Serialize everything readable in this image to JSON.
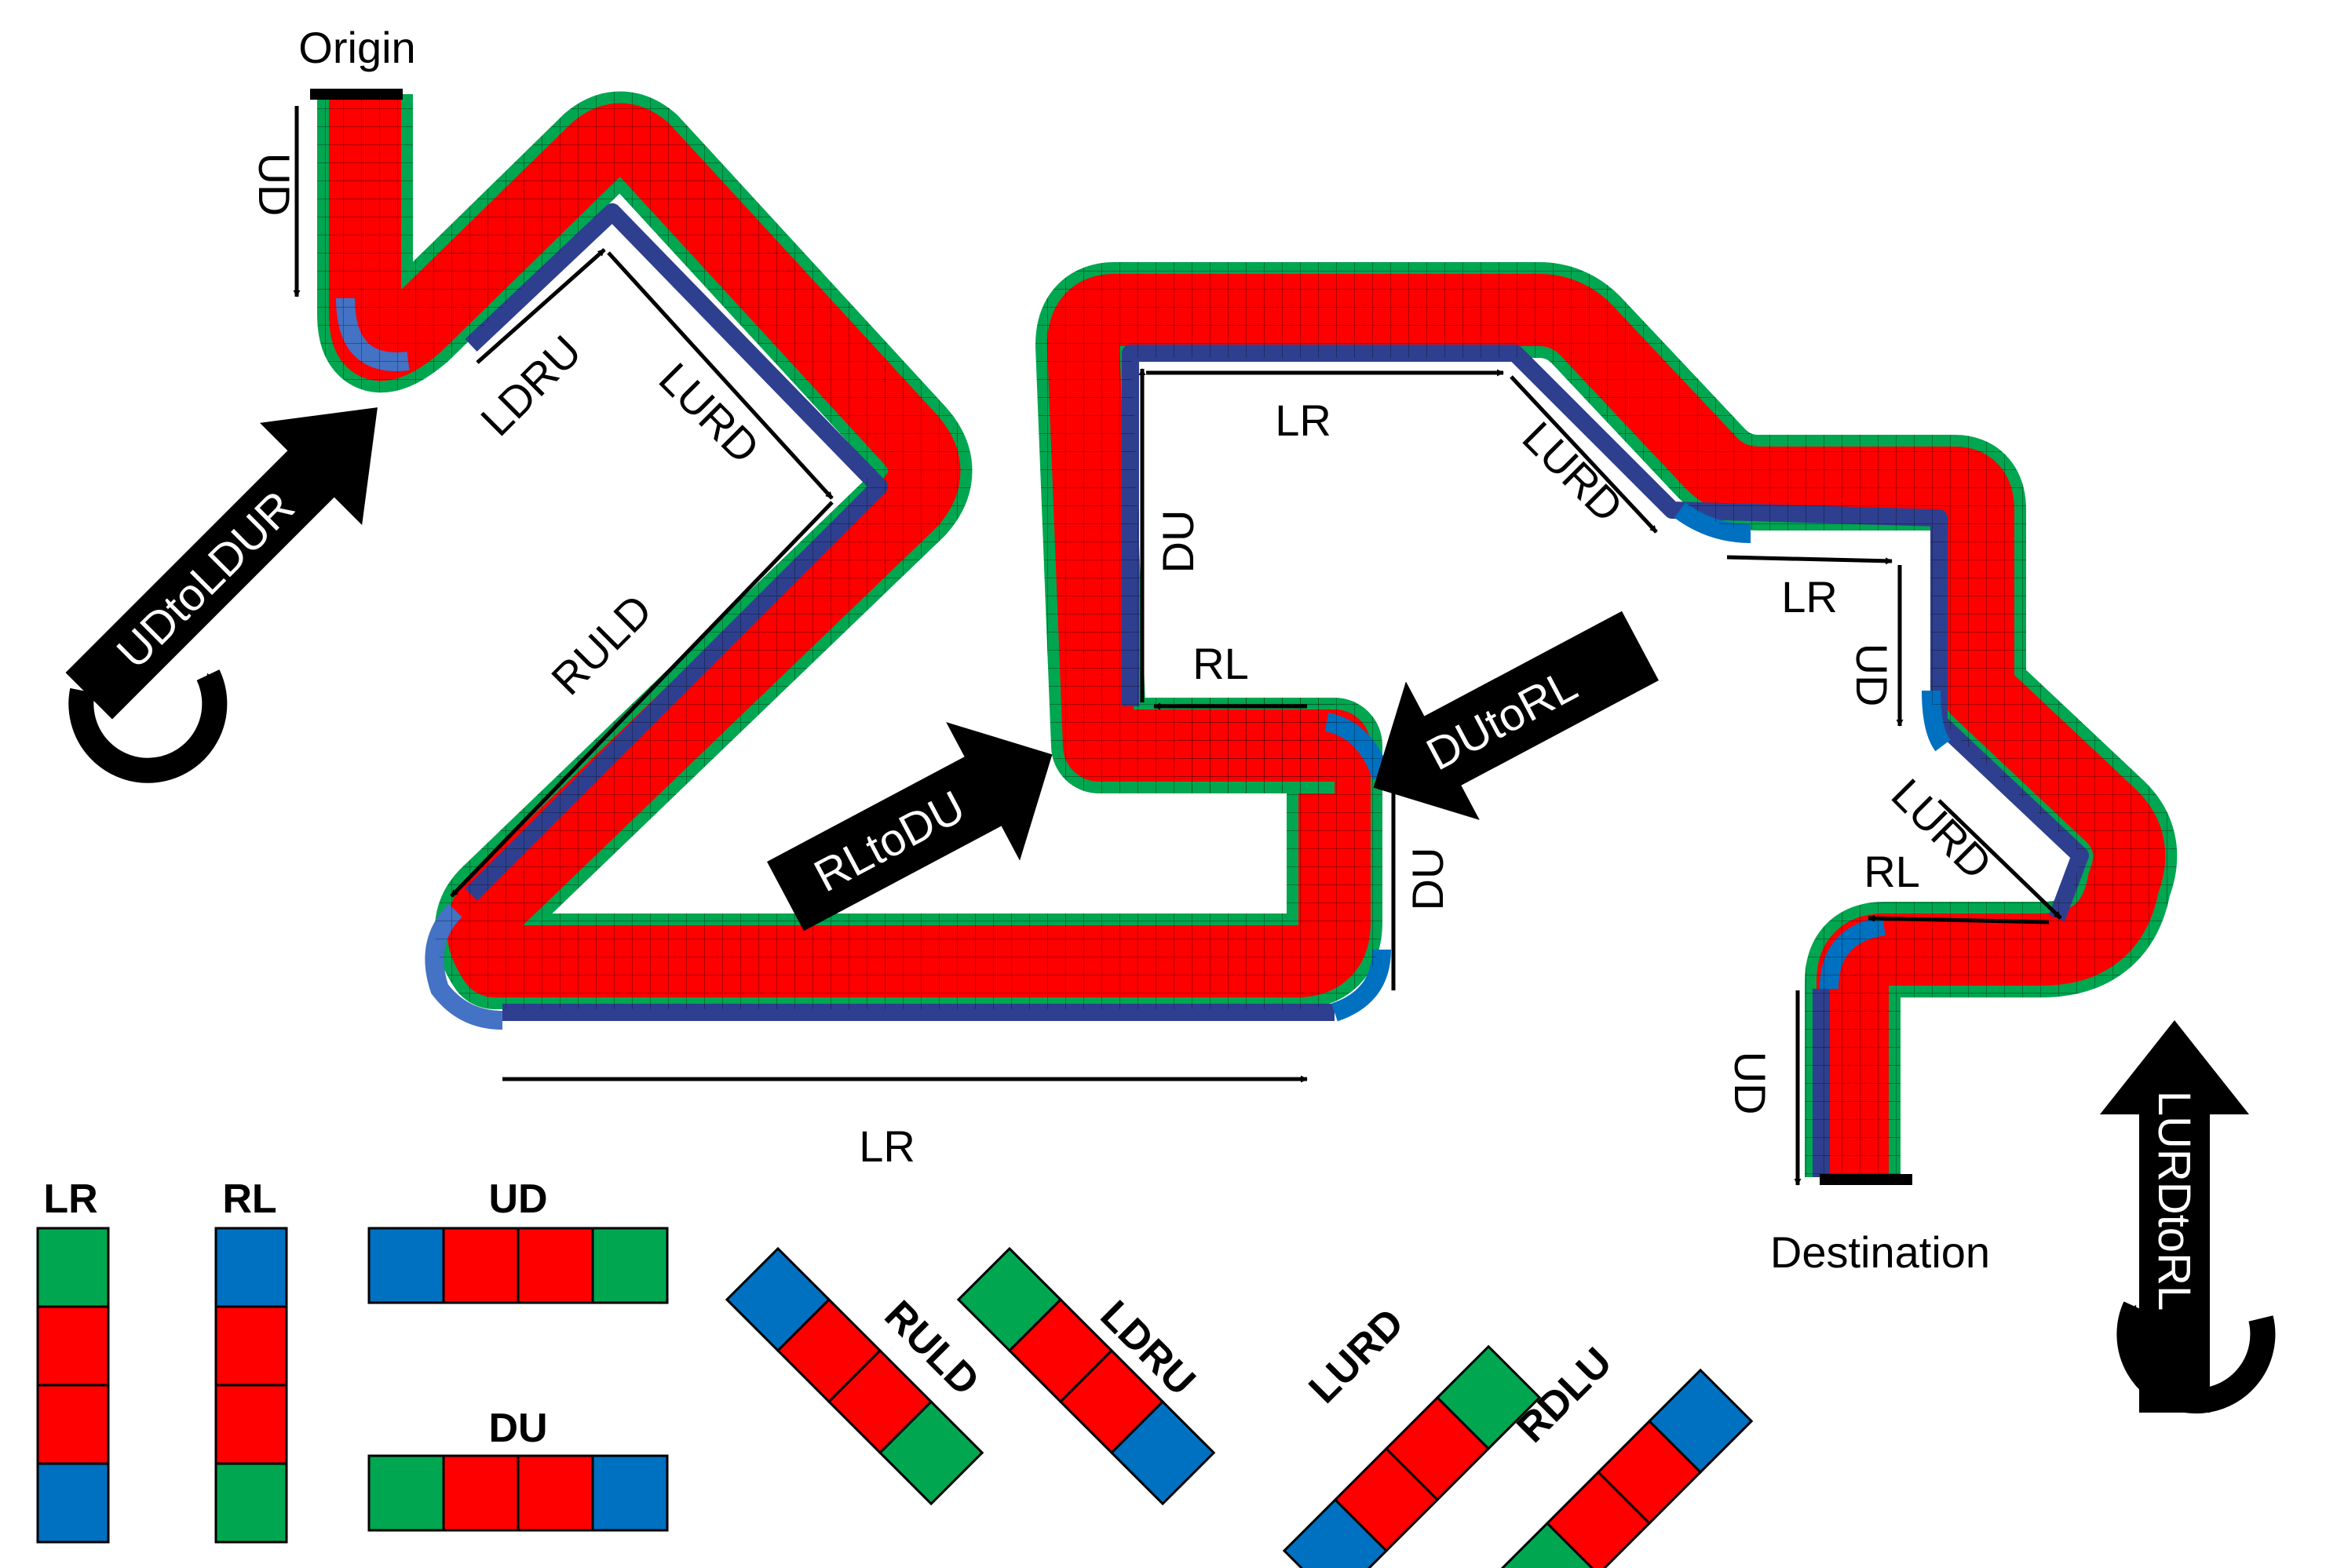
{
  "colors": {
    "green": "#00a650",
    "red": "#ff0000",
    "blue": "#0070c0",
    "navy": "#2f3f8f",
    "edge_blue": "#4472c4",
    "black": "#000000"
  },
  "endpoints": {
    "origin": "Origin",
    "destination": "Destination"
  },
  "segment_labels": {
    "ud_left": "UD",
    "ldru": "LDRU",
    "lurd_top": "LURD",
    "ruld": "RULD",
    "lr_bottom": "LR",
    "du_center": "DU",
    "du_left": "DU",
    "lr_top": "LR",
    "rl_center": "RL",
    "lurd_right": "LURD",
    "lr_right": "LR",
    "ud_right": "UD",
    "lurd_lower": "LURD",
    "rl_lower": "RL",
    "ud_dest": "UD"
  },
  "transitions": {
    "ud_to_ldur": "UDtoLDUR",
    "rl_to_du": "RLtoDU",
    "du_to_rl": "DUtoRL",
    "lurd_to_rl": "LURDtoRL"
  },
  "legend": [
    {
      "label": "LR",
      "orientation": "vertical",
      "colors": [
        "green",
        "red",
        "red",
        "blue"
      ]
    },
    {
      "label": "RL",
      "orientation": "vertical",
      "colors": [
        "blue",
        "red",
        "red",
        "green"
      ]
    },
    {
      "label": "UD",
      "orientation": "horizontal",
      "colors": [
        "blue",
        "red",
        "red",
        "green"
      ]
    },
    {
      "label": "DU",
      "orientation": "horizontal",
      "colors": [
        "green",
        "red",
        "red",
        "blue"
      ]
    },
    {
      "label": "RULD",
      "orientation": "diagonal-down",
      "colors": [
        "blue",
        "red",
        "red",
        "green"
      ]
    },
    {
      "label": "LDRU",
      "orientation": "diagonal-down",
      "colors": [
        "green",
        "red",
        "red",
        "blue"
      ]
    },
    {
      "label": "LURD",
      "orientation": "diagonal-up",
      "colors": [
        "blue",
        "red",
        "red",
        "green"
      ]
    },
    {
      "label": "RDLU",
      "orientation": "diagonal-up",
      "colors": [
        "green",
        "red",
        "red",
        "blue"
      ]
    }
  ]
}
